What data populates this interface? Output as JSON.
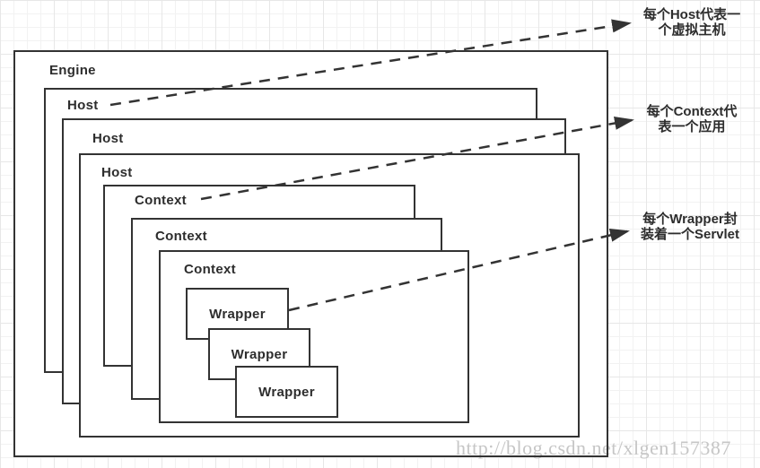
{
  "diagram": {
    "engine": {
      "label": "Engine"
    },
    "hosts": [
      {
        "label": "Host"
      },
      {
        "label": "Host"
      },
      {
        "label": "Host"
      }
    ],
    "contexts": [
      {
        "label": "Context"
      },
      {
        "label": "Context"
      },
      {
        "label": "Context"
      }
    ],
    "wrappers": [
      {
        "label": "Wrapper"
      },
      {
        "label": "Wrapper"
      },
      {
        "label": "Wrapper"
      }
    ]
  },
  "annotations": [
    {
      "target": "host",
      "line1": "每个Host代表一",
      "line2": "个虚拟主机"
    },
    {
      "target": "context",
      "line1": "每个Context代",
      "line2": "表一个应用"
    },
    {
      "target": "wrapper",
      "line1": "每个Wrapper封",
      "line2": "装着一个Servlet"
    }
  ],
  "watermark": "http://blog.csdn.net/xlgen157387",
  "colors": {
    "box_border": "#333333",
    "box_fill": "#ffffff",
    "text": "#2d2d2d",
    "arrow": "#333333",
    "watermark": "#c6c6c6",
    "grid_major": "#e7e7e7",
    "grid_minor": "#f2f2f2"
  }
}
